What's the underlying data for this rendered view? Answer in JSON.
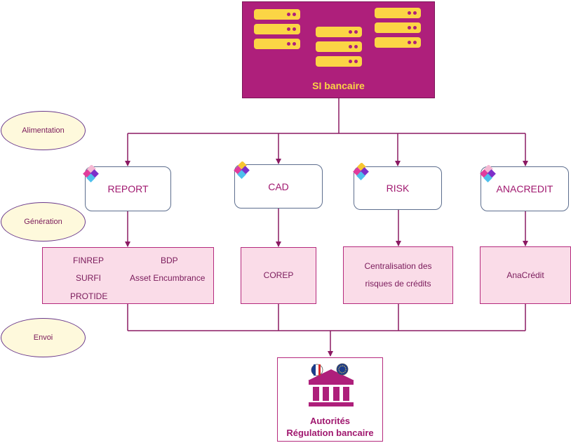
{
  "source": {
    "label": "SI bancaire"
  },
  "phases": [
    {
      "label": "Alimentation"
    },
    {
      "label": "Génération"
    },
    {
      "label": "Envoi"
    }
  ],
  "modules": [
    {
      "label": "REPORT"
    },
    {
      "label": "CAD"
    },
    {
      "label": "RISK"
    },
    {
      "label": "ANACREDIT"
    }
  ],
  "outputs": {
    "report": [
      "FINREP",
      "BDP",
      "SURFI",
      "Asset Encumbrance",
      "PROTIDE"
    ],
    "cad": "COREP",
    "risk": "Centralisation des risques de crédits",
    "anacredit": "AnaCrédit"
  },
  "authority": {
    "line1": "Autorités",
    "line2": "Régulation bancaire"
  },
  "colors": {
    "primary": "#ae1f7b",
    "server": "#fbd545",
    "phase_fill": "#fef9dc",
    "output_fill": "#fadce8",
    "connector": "#8b1a63"
  },
  "icons": [
    "server-icon",
    "module-logo-icon",
    "bank-building-icon",
    "france-flag-icon",
    "eu-flag-icon"
  ]
}
